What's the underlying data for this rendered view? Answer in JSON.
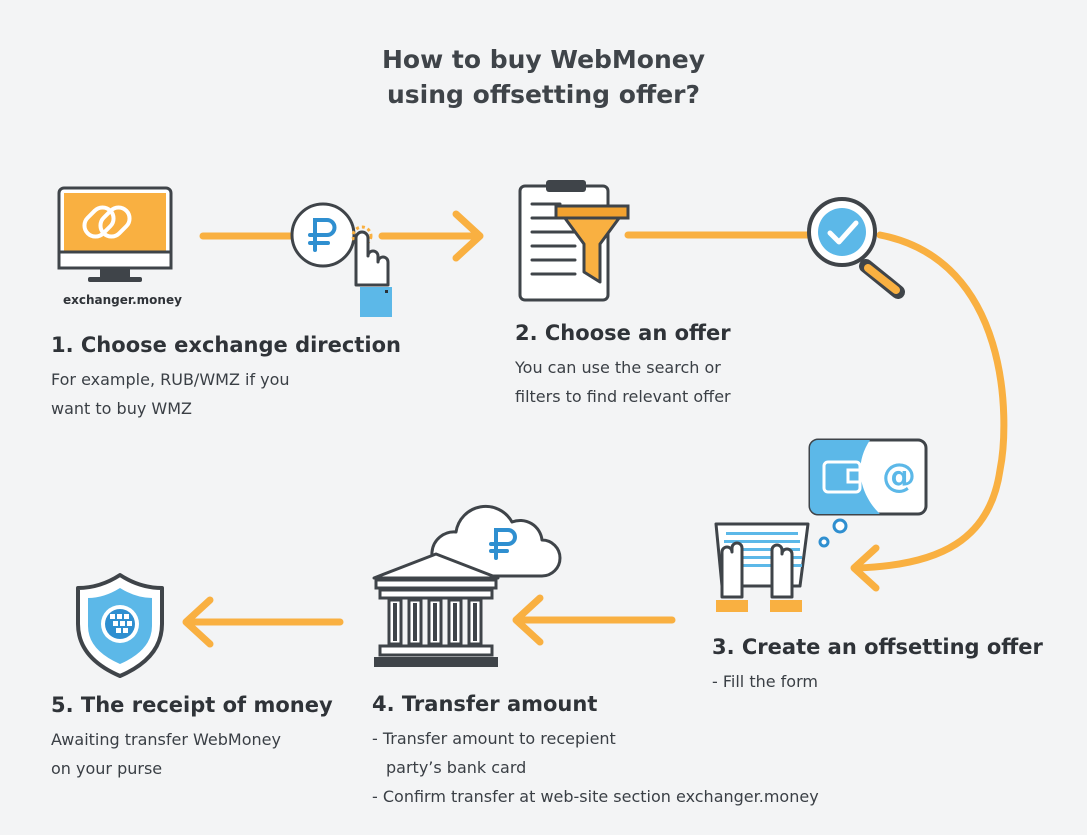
{
  "title": {
    "line1": "How to buy WebMoney",
    "line2": "using offsetting offer?"
  },
  "colors": {
    "accent": "#f9b041",
    "accent_dark": "#f2a230",
    "outline": "#3f4449",
    "blue": "#5cb8e8",
    "blue_dark": "#2f8fd0",
    "background": "#f3f4f5"
  },
  "icons": {
    "step1": [
      "monitor-icon",
      "ruble-coin-icon",
      "tap-hand-icon"
    ],
    "step2": [
      "clipboard-filter-icon",
      "magnifier-check-icon"
    ],
    "step3": [
      "keyboard-typing-icon",
      "wallet-email-bubble-icon"
    ],
    "step4": [
      "bank-building-icon",
      "cloud-ruble-icon"
    ],
    "step5": [
      "webmoney-shield-icon"
    ]
  },
  "step1": {
    "screen_label": "exchanger.money",
    "heading": "1. Choose exchange direction",
    "text_line1": "For example, RUB/WMZ if you",
    "text_line2": "want to buy WMZ"
  },
  "step2": {
    "heading": "2. Choose an offer",
    "text_line1": "You can use the search or",
    "text_line2": "filters to find relevant offer"
  },
  "step3": {
    "heading": "3. Create an offsetting offer",
    "text_line1": "- Fill the form"
  },
  "step4": {
    "heading": "4. Transfer amount",
    "text_line1": "- Transfer amount to recepient",
    "text_line2": "party’s bank card",
    "text_line3": "- Confirm transfer at web-site section exchanger.money"
  },
  "step5": {
    "heading": "5. The receipt of money",
    "text_line1": "Awaiting transfer WebMoney",
    "text_line2": "on your purse"
  }
}
